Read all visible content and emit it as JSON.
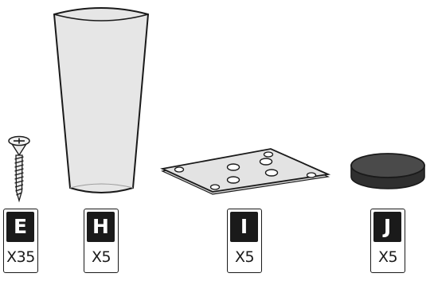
{
  "parts": [
    {
      "id": "E",
      "letter": "E",
      "quantity": "X35",
      "icon": "screw-icon"
    },
    {
      "id": "H",
      "letter": "H",
      "quantity": "X5",
      "icon": "furniture-leg-icon"
    },
    {
      "id": "I",
      "letter": "I",
      "quantity": "X5",
      "icon": "mounting-plate-icon"
    },
    {
      "id": "J",
      "letter": "J",
      "quantity": "X5",
      "icon": "felt-pad-icon"
    }
  ],
  "colors": {
    "outline": "#1a1a1a",
    "leg_fill": "#e6e6e6",
    "plate_fill": "#e3e3e3",
    "pad_fill": "#4a4a4a",
    "screw_fill": "#ececec"
  }
}
